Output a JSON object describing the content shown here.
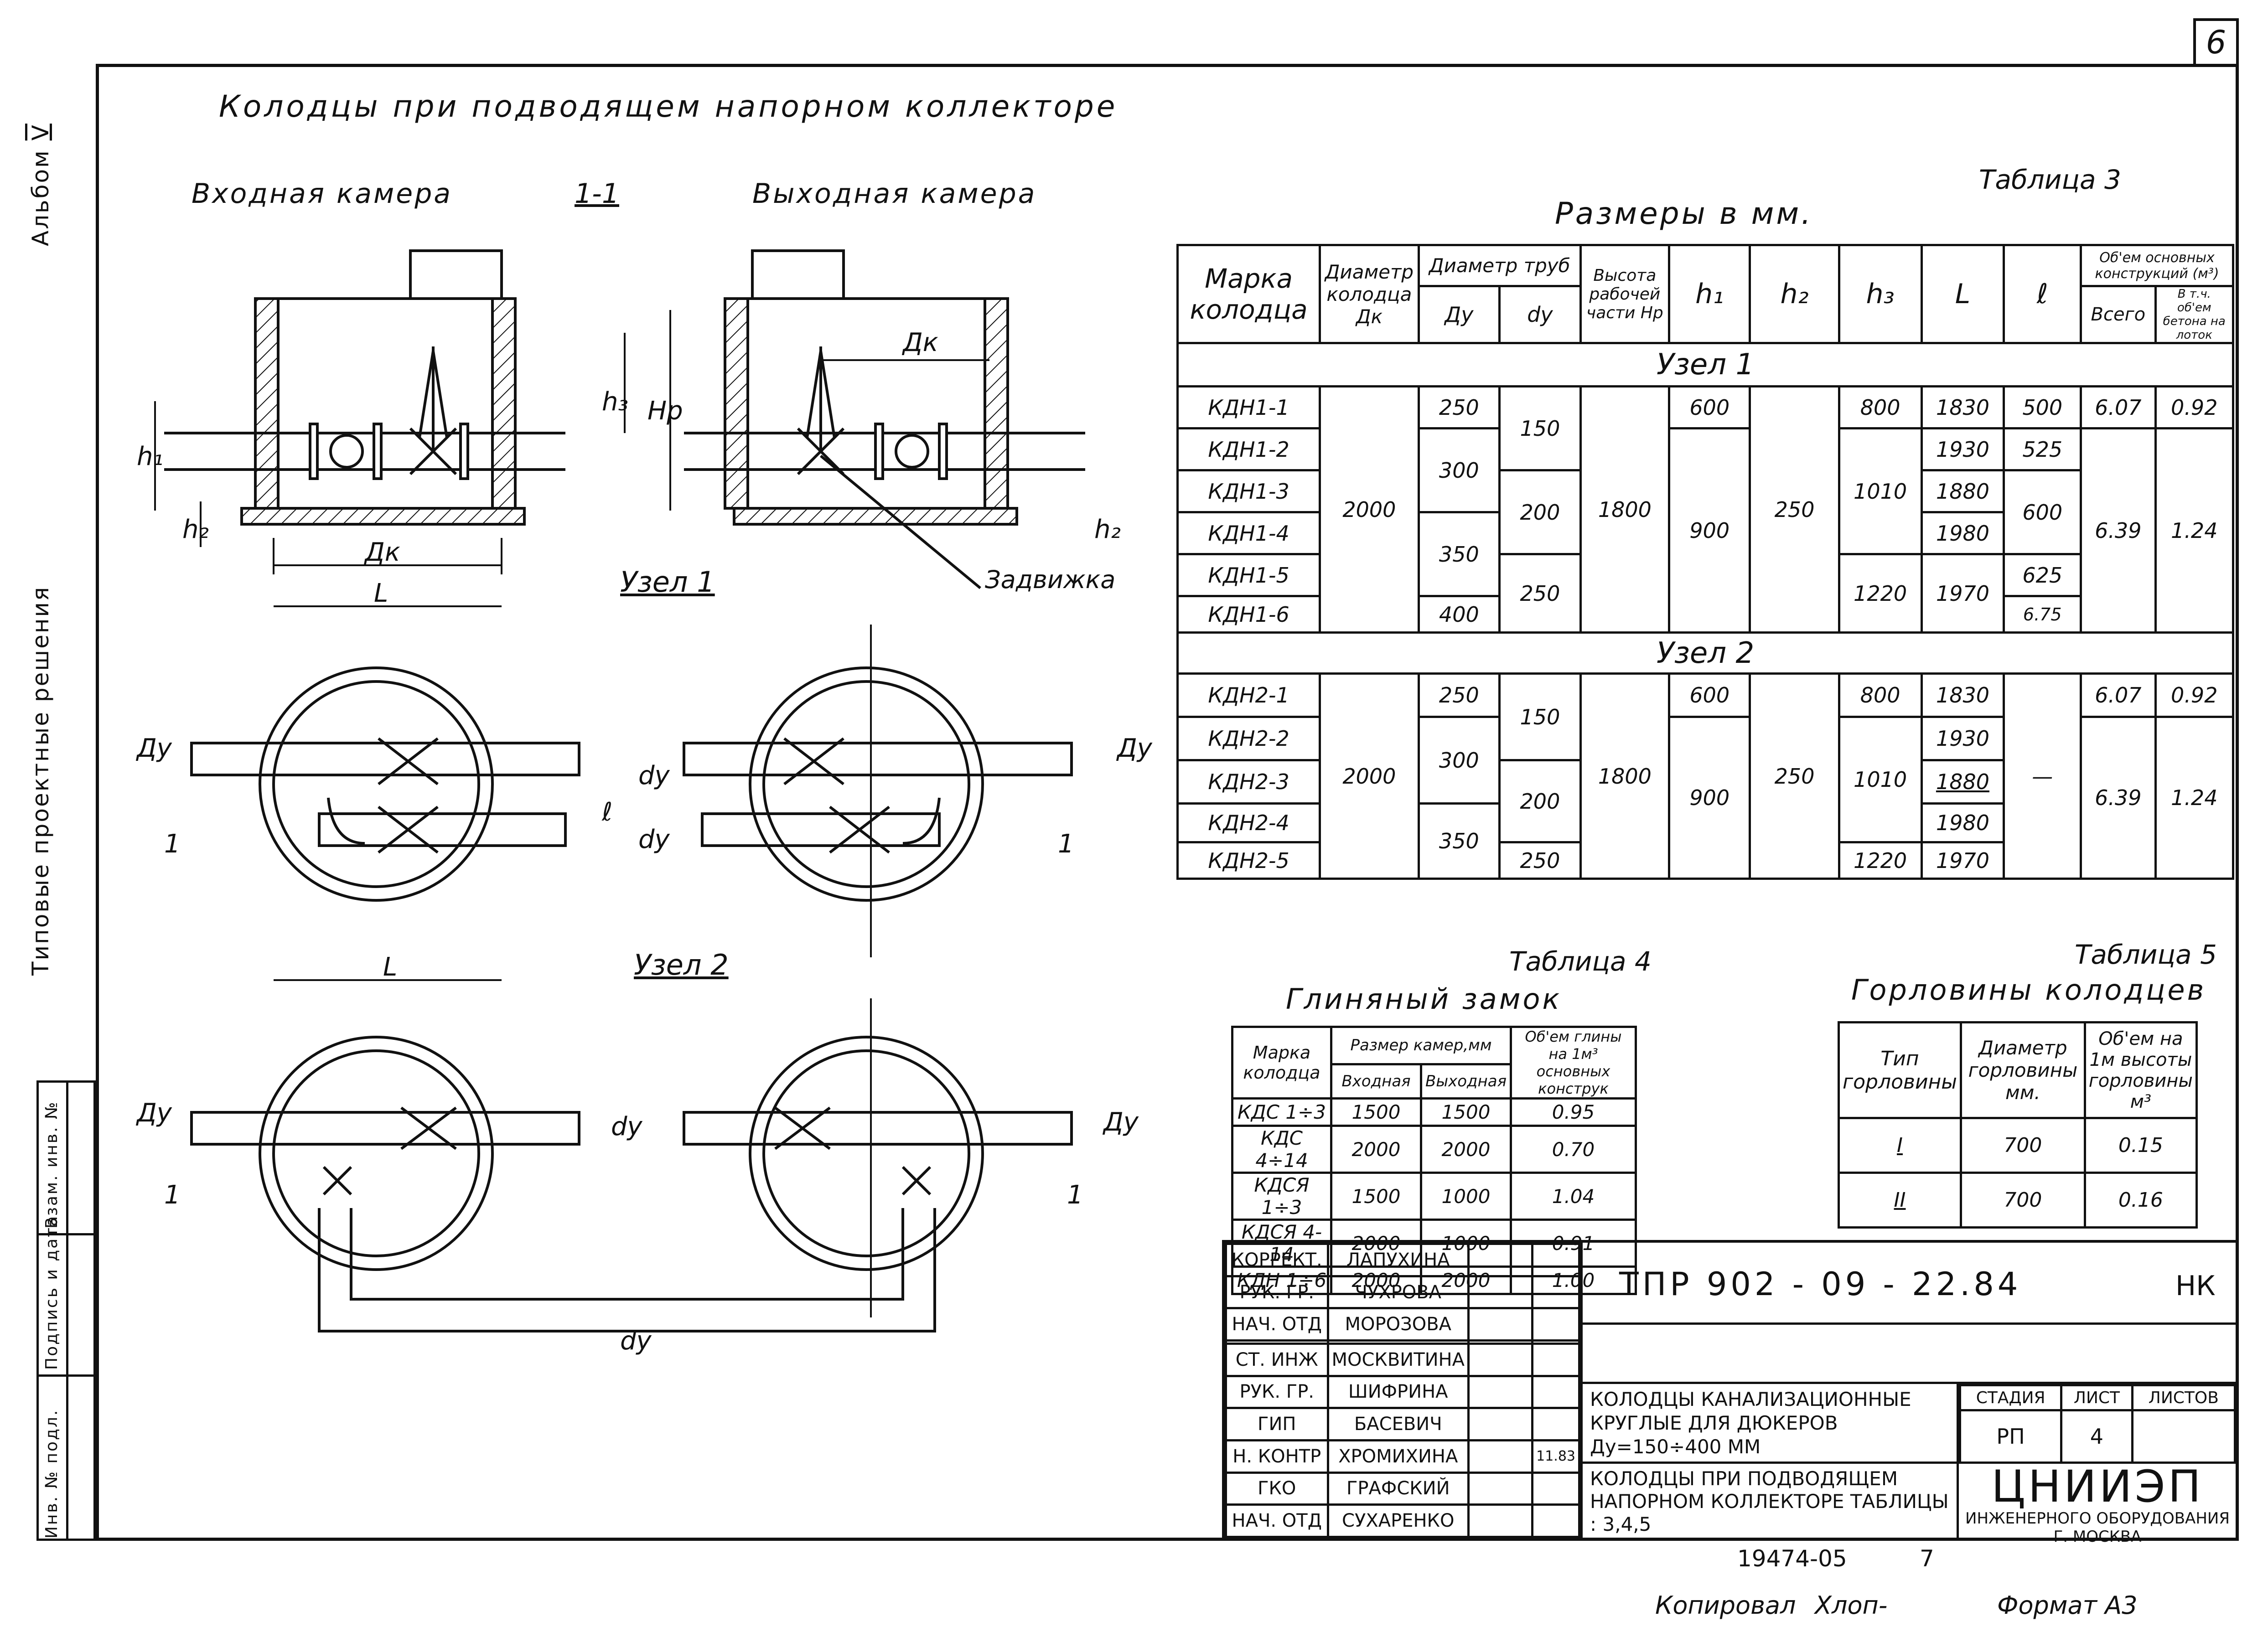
{
  "page_number": "6",
  "side": {
    "album": "Альбом",
    "album_roman": "V",
    "series": "Типовые проектные решения",
    "cells": [
      "Инв. № подл.",
      "Подпись и дата",
      "Взам. инв. №"
    ]
  },
  "title": "Колодцы при подводящем напорном коллекторе",
  "labels": {
    "inlet": "Входная камера",
    "section": "1-1",
    "outlet": "Выходная камера",
    "node1": "Узел 1",
    "node2": "Узел 2",
    "valve": "Задвижка",
    "dk": "Дк",
    "h1": "h₁",
    "h2": "h₂",
    "h3": "h₃",
    "hp": "Hp",
    "L": "L",
    "l": "ℓ",
    "Dy": "Ду",
    "dy": "dy",
    "mark1": "1"
  },
  "table3": {
    "caption": "Таблица 3",
    "subtitle": "Размеры в мм.",
    "headers": {
      "mark": "Марка колодца",
      "dk": "Диаметр колодца Дк",
      "pipes": "Диаметр труб",
      "Dy": "Ду",
      "dy": "dy",
      "hp": "Высота рабочей части Нр",
      "h1": "h₁",
      "h2": "h₂",
      "h3": "h₃",
      "L": "L",
      "l": "ℓ",
      "vol": "Об'ем основных конструкций (м³)",
      "total": "Всего",
      "tray": "В т.ч. об'ем бетона на лоток"
    },
    "node1": "Узел 1",
    "node2": "Узел 2",
    "rows1": [
      {
        "mark": "КДН1-1",
        "Dy": "250",
        "dy": "150",
        "h1": "600",
        "h3": "800",
        "L": "1830",
        "l": "500",
        "total": "6.07",
        "tray": "0.92"
      },
      {
        "mark": "КДН1-2",
        "Dy": "300",
        "dy": "",
        "h1": "",
        "h3": "",
        "L": "1930",
        "l": "525",
        "total": "",
        "tray": ""
      },
      {
        "mark": "КДН1-3",
        "Dy": "",
        "dy": "200",
        "h1": "",
        "h3": "1010",
        "L": "1880",
        "l": "600",
        "total": "",
        "tray": ""
      },
      {
        "mark": "КДН1-4",
        "Dy": "350",
        "dy": "",
        "h1": "",
        "h3": "",
        "L": "1980",
        "l": "",
        "total": "",
        "tray": ""
      },
      {
        "mark": "КДН1-5",
        "Dy": "",
        "dy": "250",
        "h1": "",
        "h3": "1220",
        "L": "1970",
        "l": "625",
        "total": "",
        "tray": ""
      },
      {
        "mark": "КДН1-6",
        "Dy": "400",
        "dy": "",
        "h1": "",
        "h3": "",
        "L": "",
        "l": "6.75",
        "total": "",
        "tray": ""
      }
    ],
    "common1": {
      "dk": "2000",
      "hp": "1800",
      "h1": "900",
      "h2": "250",
      "total": "6.39",
      "tray": "1.24"
    },
    "rows2": [
      {
        "mark": "КДН2-1",
        "Dy": "250",
        "dy": "150",
        "h1": "600",
        "h3": "800",
        "L": "1830",
        "total": "6.07",
        "tray": "0.92"
      },
      {
        "mark": "КДН2-2",
        "Dy": "",
        "dy": "",
        "h1": "",
        "h3": "",
        "L": "1930",
        "total": "",
        "tray": ""
      },
      {
        "mark": "КДН2-3",
        "Dy": "300",
        "dy": "200",
        "h1": "",
        "h3": "1010",
        "L": "1880",
        "total": "",
        "tray": ""
      },
      {
        "mark": "КДН2-4",
        "Dy": "350",
        "dy": "",
        "h1": "",
        "h3": "",
        "L": "1980",
        "total": "",
        "tray": ""
      },
      {
        "mark": "КДН2-5",
        "Dy": "",
        "dy": "250",
        "h1": "",
        "h3": "1220",
        "L": "1970",
        "total": "",
        "tray": ""
      }
    ],
    "common2": {
      "dk": "2000",
      "hp": "1800",
      "h1": "900",
      "h2": "250",
      "l": "—",
      "total": "6.39",
      "tray": "1.24"
    }
  },
  "table4": {
    "caption": "Таблица 4",
    "subtitle": "Глиняный замок",
    "headers": {
      "mark": "Марка колодца",
      "size": "Размер камер,мм",
      "in": "Входная",
      "out": "Выходная",
      "vol": "Об'ем глины на 1м³ основных конструк"
    },
    "rows": [
      {
        "mark": "КДС 1÷3",
        "in": "1500",
        "out": "1500",
        "vol": "0.95"
      },
      {
        "mark": "КДС 4÷14",
        "in": "2000",
        "out": "2000",
        "vol": "0.70"
      },
      {
        "mark": "КДСЯ 1÷3",
        "in": "1500",
        "out": "1000",
        "vol": "1.04"
      },
      {
        "mark": "КДСЯ 4-14",
        "in": "2000",
        "out": "1000",
        "vol": "0.91"
      },
      {
        "mark": "КДН 1÷6",
        "in": "2000",
        "out": "2000",
        "vol": "1.00"
      }
    ]
  },
  "table5": {
    "caption": "Таблица 5",
    "subtitle": "Горловины колодцев",
    "headers": {
      "type": "Тип горловины",
      "diam": "Диаметр горловины мм.",
      "vol": "Об'ем на 1м высоты горловины м³"
    },
    "rows": [
      {
        "type": "I",
        "diam": "700",
        "vol": "0.15"
      },
      {
        "type": "II",
        "diam": "700",
        "vol": "0.16"
      }
    ]
  },
  "stamp": {
    "code": "ТПР 902 - 09 - 22.84",
    "code_suffix": "НК",
    "people": [
      {
        "role": "КОРРЕКТ.",
        "name": "ЛАПУХИНА"
      },
      {
        "role": "РУК. ГР.",
        "name": "ЧУХРОВА"
      },
      {
        "role": "НАЧ. ОТД",
        "name": "МОРОЗОВА"
      },
      {
        "role": "СТ. ИНЖ",
        "name": "МОСКВИТИНА"
      },
      {
        "role": "РУК. ГР.",
        "name": "ШИФРИНА"
      },
      {
        "role": "ГИП",
        "name": "БАСЕВИЧ"
      },
      {
        "role": "Н. КОНТР",
        "name": "ХРОМИХИНА"
      },
      {
        "role": "ГКО",
        "name": "ГРАФСКИЙ"
      },
      {
        "role": "НАЧ. ОТД",
        "name": "СУХАРЕНКО"
      }
    ],
    "date": "11.83",
    "desc1": "КОЛОДЦЫ КАНАЛИЗАЦИОННЫЕ КРУГЛЫЕ ДЛЯ ДЮКЕРОВ Ду=150÷400 ММ",
    "desc2": "КОЛОДЦЫ ПРИ ПОДВОДЯЩЕМ НАПОРНОМ КОЛЛЕКТОРЕ ТАБЛИЦЫ : 3,4,5",
    "stage_h": "СТАДИЯ",
    "sheet_h": "ЛИСТ",
    "sheets_h": "ЛИСТОВ",
    "stage": "РП",
    "sheet": "4",
    "org": "ЦНИИЭП",
    "org_sub": "ИНЖЕНЕРНОГО ОБОРУДОВАНИЯ Г. МОСКВА"
  },
  "footer": {
    "inv": "19474-05",
    "inv2": "7",
    "copied": "Копировал",
    "copied_name": "Хлоп-",
    "format": "Формат А3"
  }
}
